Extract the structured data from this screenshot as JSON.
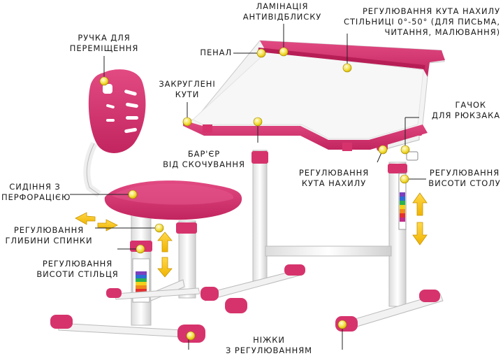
{
  "labels": {
    "lamination": [
      "ЛАМІНАЦІЯ",
      "АНТИВІДБЛИСКУ"
    ],
    "tilt_range": [
      "РЕГУЛЮВАННЯ КУТА НАХИЛУ",
      "СТІЛЬНИЦІ 0°-50° (ДЛЯ ПИСЬМА,",
      "ЧИТАННЯ, МАЛЮВАННЯ)"
    ],
    "handle": [
      "РУЧКА ДЛЯ",
      "ПЕРЕМІЩЕННЯ"
    ],
    "pencil_case": [
      "ПЕНАЛ"
    ],
    "rounded_corners": [
      "ЗАКРУГЛЕНІ",
      "КУТИ"
    ],
    "hook": [
      "ГАЧОК",
      "ДЛЯ РЮКЗАКА"
    ],
    "anti_slip_barrier": [
      "БАР'ЄР",
      "ВІД СКОЧУВАННЯ"
    ],
    "tilt_adjust": [
      "РЕГУЛЮВАННЯ",
      "КУТА НАХИЛУ"
    ],
    "desk_height": [
      "РЕГУЛЮВАННЯ",
      "ВИСОТИ СТОЛУ"
    ],
    "perforated_seat": [
      "СИДІННЯ З",
      "ПЕРФОРАЦІЄЮ"
    ],
    "backrest_depth": [
      "РЕГУЛЮВАННЯ",
      "ГЛИБИНИ СПИНКИ"
    ],
    "chair_height": [
      "РЕГУЛЮВАННЯ",
      "ВИСОТИ СТІЛЬЦЯ"
    ],
    "legs": [
      "НІЖКИ",
      "З РЕГУЛЮВАННЯМ"
    ]
  },
  "colors": {
    "pink": "#d6336c",
    "pink_dark": "#a81e52",
    "white_frame": "#f4f4f4",
    "marker": "#f5e24a",
    "arrow": "#f2c417"
  }
}
